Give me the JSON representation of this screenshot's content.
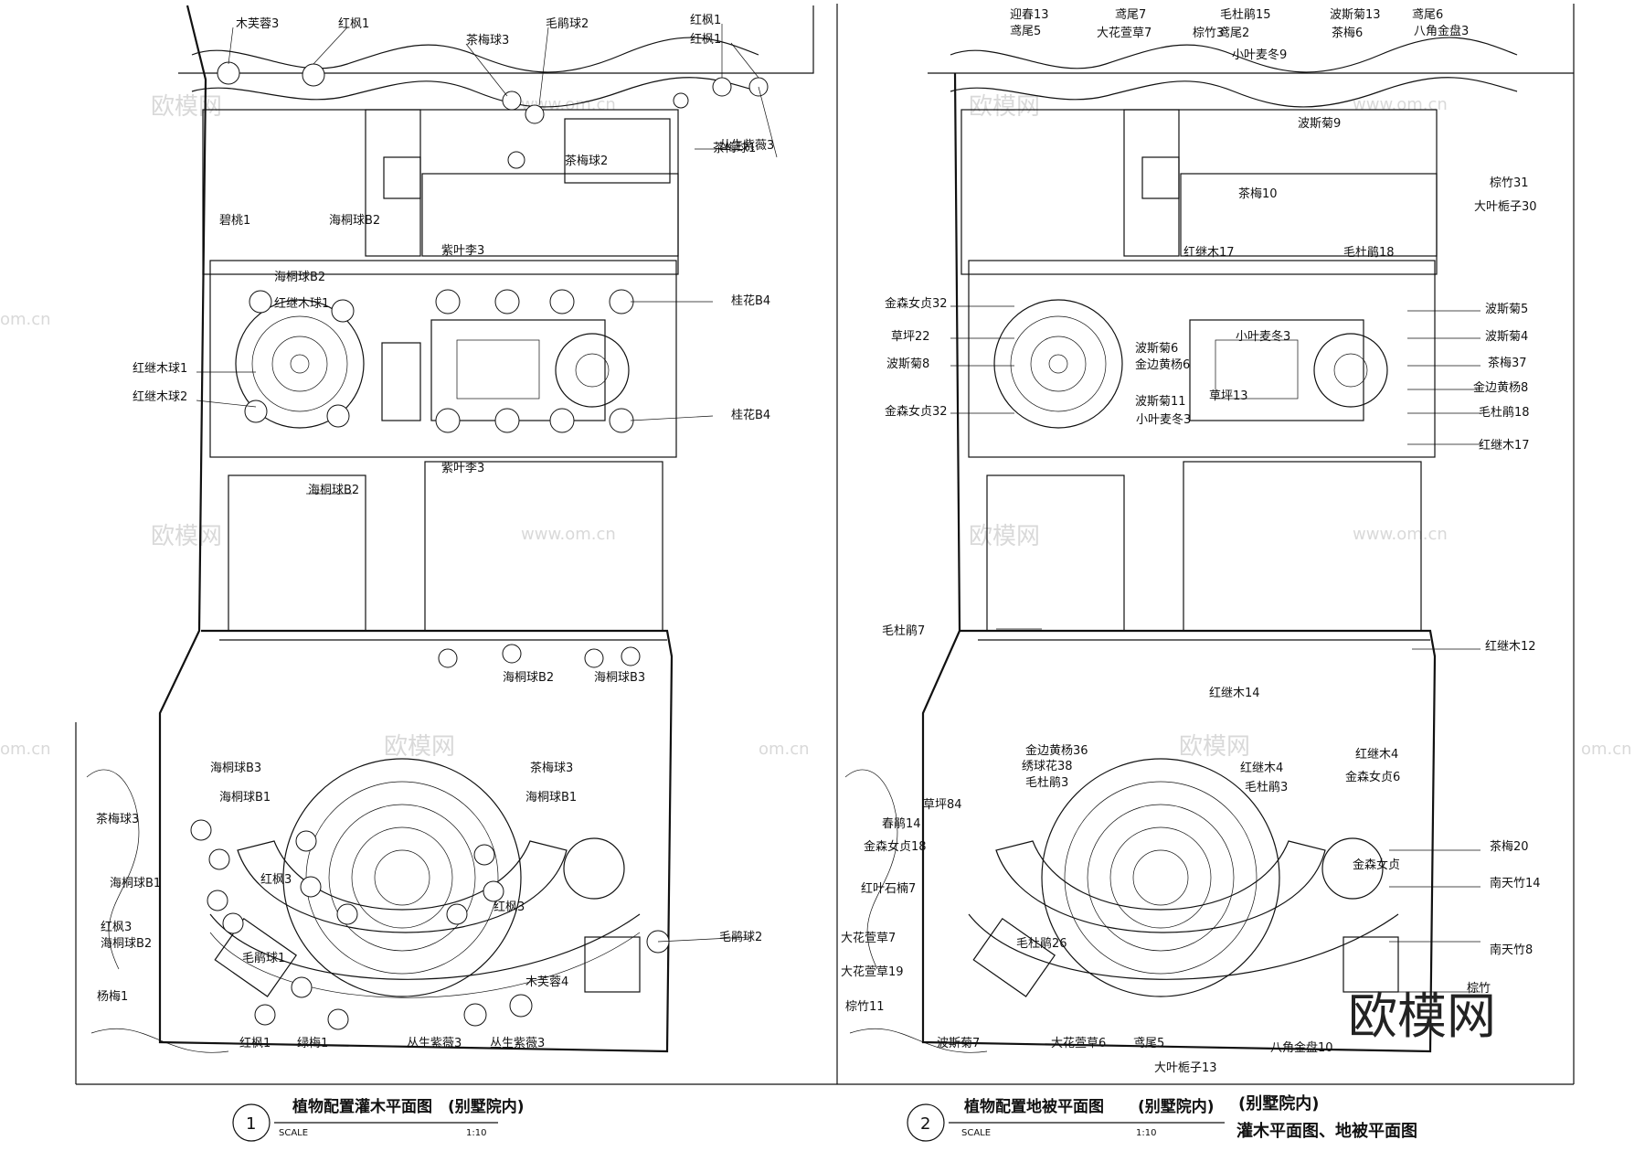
{
  "drawing_1": {
    "number": "1",
    "title": "植物配置灌木平面图",
    "title_suffix": "(别墅院内)",
    "scale_label": "SCALE",
    "scale_value": "1:10",
    "labels": [
      "木芙蓉3",
      "红枫1",
      "茶梅球3",
      "毛鹃球2",
      "红枫1",
      "红枫1",
      "茶梅球2",
      "茶梅球1",
      "丛生紫薇3",
      "碧桃1",
      "海桐球B2",
      "海桐球B2",
      "红继木球1",
      "红继木球1",
      "红继木球2",
      "海桐球B2",
      "紫叶李3",
      "桂花B4",
      "桂花B4",
      "紫叶李3",
      "海桐球B2",
      "海桐球B3",
      "海桐球B3",
      "茶梅球3",
      "茶梅球3",
      "海桐球B1",
      "海桐球B1",
      "海桐球B1",
      "红枫3",
      "红枫3",
      "红枫3",
      "海桐球B2",
      "毛鹃球1",
      "毛鹃球2",
      "木芙蓉4",
      "红枫1",
      "绿梅1",
      "丛生紫薇3",
      "丛生紫薇3",
      "杨梅1"
    ]
  },
  "drawing_2": {
    "number": "2",
    "title": "植物配置地被平面图",
    "title_suffix": "(别墅院内)",
    "scale_label": "SCALE",
    "scale_value": "1:10",
    "labels": [
      "迎春13",
      "鸢尾5",
      "鸢尾7",
      "大花萱草7",
      "棕竹3",
      "毛杜鹃15",
      "鸢尾2",
      "小叶麦冬9",
      "波斯菊13",
      "茶梅6",
      "鸢尾6",
      "八角金盘3",
      "波斯菊9",
      "茶梅10",
      "棕竹31",
      "大叶栀子30",
      "红继木17",
      "毛杜鹃18",
      "金森女贞32",
      "草坪22",
      "波斯菊8",
      "金森女贞32",
      "波斯菊6",
      "金边黄杨6",
      "草坪13",
      "波斯菊11",
      "小叶麦冬3",
      "小叶麦冬3",
      "波斯菊5",
      "波斯菊4",
      "茶梅37",
      "金边黄杨8",
      "毛杜鹃18",
      "红继木17",
      "毛杜鹃7",
      "红继木14",
      "红继木12",
      "金边黄杨36",
      "绣球花38",
      "毛杜鹃3",
      "红继木4",
      "毛杜鹃3",
      "红继木4",
      "金森女贞6",
      "草坪84",
      "春鹃14",
      "金森女贞18",
      "红叶石楠7",
      "茶梅20",
      "金森女贞",
      "南天竹14",
      "大花萱草7",
      "毛杜鹃26",
      "南天竹8",
      "大花萱草19",
      "棕竹11",
      "波斯菊7",
      "大花萱草6",
      "鸢尾5",
      "大叶栀子13",
      "八角金盘10",
      "棕竹"
    ]
  },
  "caption": {
    "line1": "(别墅院内)",
    "line2": "灌木平面图、地被平面图"
  },
  "watermark": {
    "brand": "欧模网",
    "site": "www.om.cn",
    "site_short": "om.cn"
  }
}
